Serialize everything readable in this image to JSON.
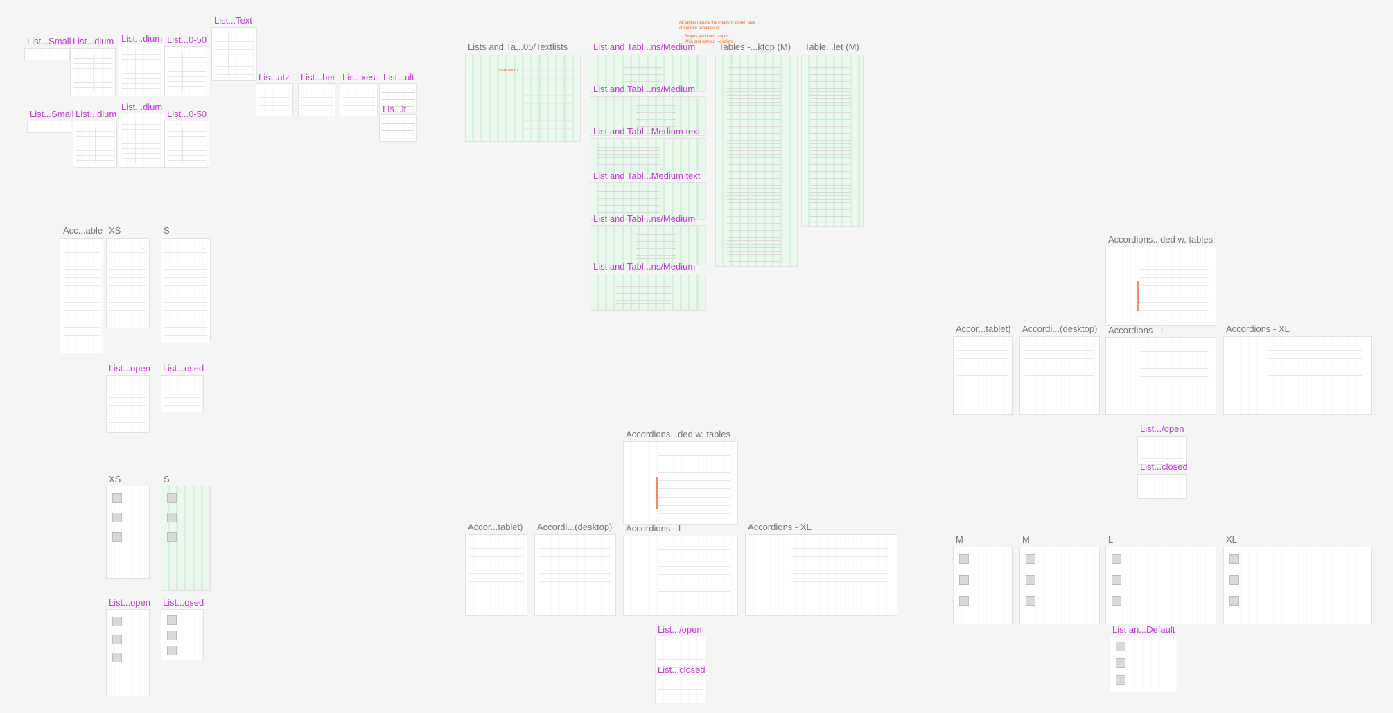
{
  "canvas": {
    "background": "#f5f5f5",
    "component_label_color": "#c13ad8",
    "frame_label_color": "#777777"
  },
  "labels": {
    "l01": "List...Small",
    "l02": "List...dium",
    "l03": "List...dium",
    "l04": "List...0-50",
    "l05": "List...Text",
    "l06": "List...Small",
    "l07": "List...dium",
    "l08": "List...dium",
    "l09": "List...0-50",
    "l10": "Lis...atz",
    "l11": "List...ber",
    "l12": "Lis...xes",
    "l13": "List...ult",
    "l14": "Lis...lt",
    "l15": "Lists and Ta...05/Textlists",
    "l16": "List and Tabl...ns/Medium",
    "l17": "Tables -...ktop (M)",
    "l18": "Table...let (M)",
    "l19": "List and Tabl...ns/Medium",
    "l20": "List and Tabl...Medium text",
    "l21": "List and Tabl...Medium text",
    "l22": "List and Tabl...ns/Medium",
    "l23": "List and Tabl...ns/Medium",
    "l24": "Acc...able",
    "l25": "XS",
    "l26": "S",
    "l27": "List...open",
    "l28": "List...osed",
    "l29": "XS",
    "l30": "S",
    "l31": "List...open",
    "l32": "List...osed",
    "l33": "Accordions...ded w. tables",
    "l34": "Accor...tablet)",
    "l35": "Accordi...(desktop)",
    "l36": "Accordions - L",
    "l37": "Accordions - XL",
    "l38": "List.../open",
    "l39": "List...closed",
    "l40": "Accordions...ded w. tables",
    "l41": "Accor...tablet)",
    "l42": "Accordi...(desktop)",
    "l43": "Accordions - L",
    "l44": "Accordions - XL",
    "l45": "List.../open",
    "l46": "List...closed",
    "l47": "M",
    "l48": "M",
    "l49": "L",
    "l50": "XL",
    "l51": "List an...Default"
  }
}
